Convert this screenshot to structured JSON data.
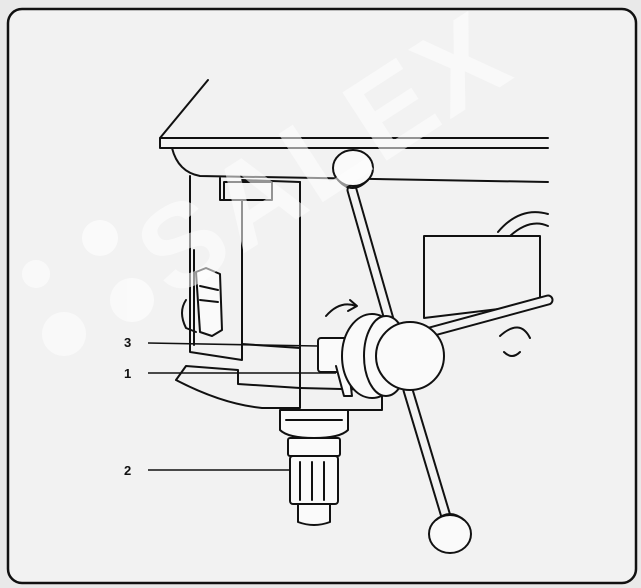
{
  "figure": {
    "frame_color": "#111111",
    "paper_color": "#f2f2f2",
    "ink_color": "#111111",
    "callouts": [
      {
        "id": "3",
        "label": "3"
      },
      {
        "id": "1",
        "label": "1"
      },
      {
        "id": "2",
        "label": "2"
      }
    ]
  },
  "watermark": {
    "text": "SALEX",
    "color": "#ffffff"
  }
}
